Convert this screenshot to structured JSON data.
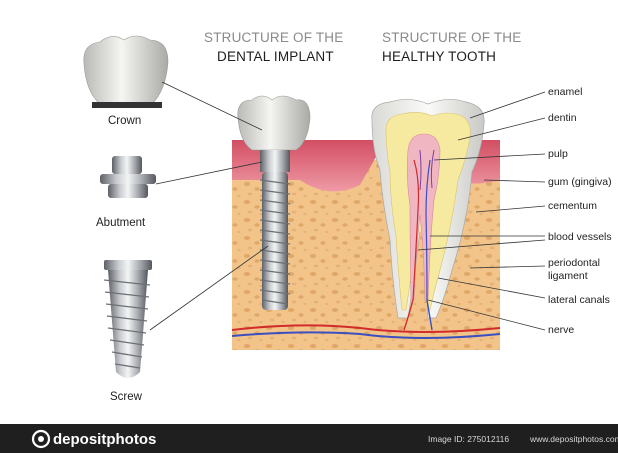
{
  "titles": {
    "implant_line1": "STRUCTURE OF THE",
    "implant_line2": "DENTAL IMPLANT",
    "tooth_line1": "STRUCTURE OF THE",
    "tooth_line2": "HEALTHY TOOTH"
  },
  "implant_parts": {
    "crown": "Crown",
    "abutment": "Abutment",
    "screw": "Screw"
  },
  "tooth_labels": {
    "enamel": "enamel",
    "dentin": "dentin",
    "pulp": "pulp",
    "gum": "gum (gingiva)",
    "cementum": "cementum",
    "blood_vessels": "blood vessels",
    "periodontal_1": "periodontal",
    "periodontal_2": "ligament",
    "lateral_canals": "lateral canals",
    "nerve": "nerve"
  },
  "footer": {
    "brand": "depositphotos",
    "image_id": "Image ID: 275012116",
    "site": "www.depositphotos.com"
  },
  "colors": {
    "gum": "#e8828f",
    "bone": "#f2c48a",
    "footer_bg": "#1f1f1f",
    "artery": "#d22b2b",
    "vein": "#3a4fc0"
  }
}
